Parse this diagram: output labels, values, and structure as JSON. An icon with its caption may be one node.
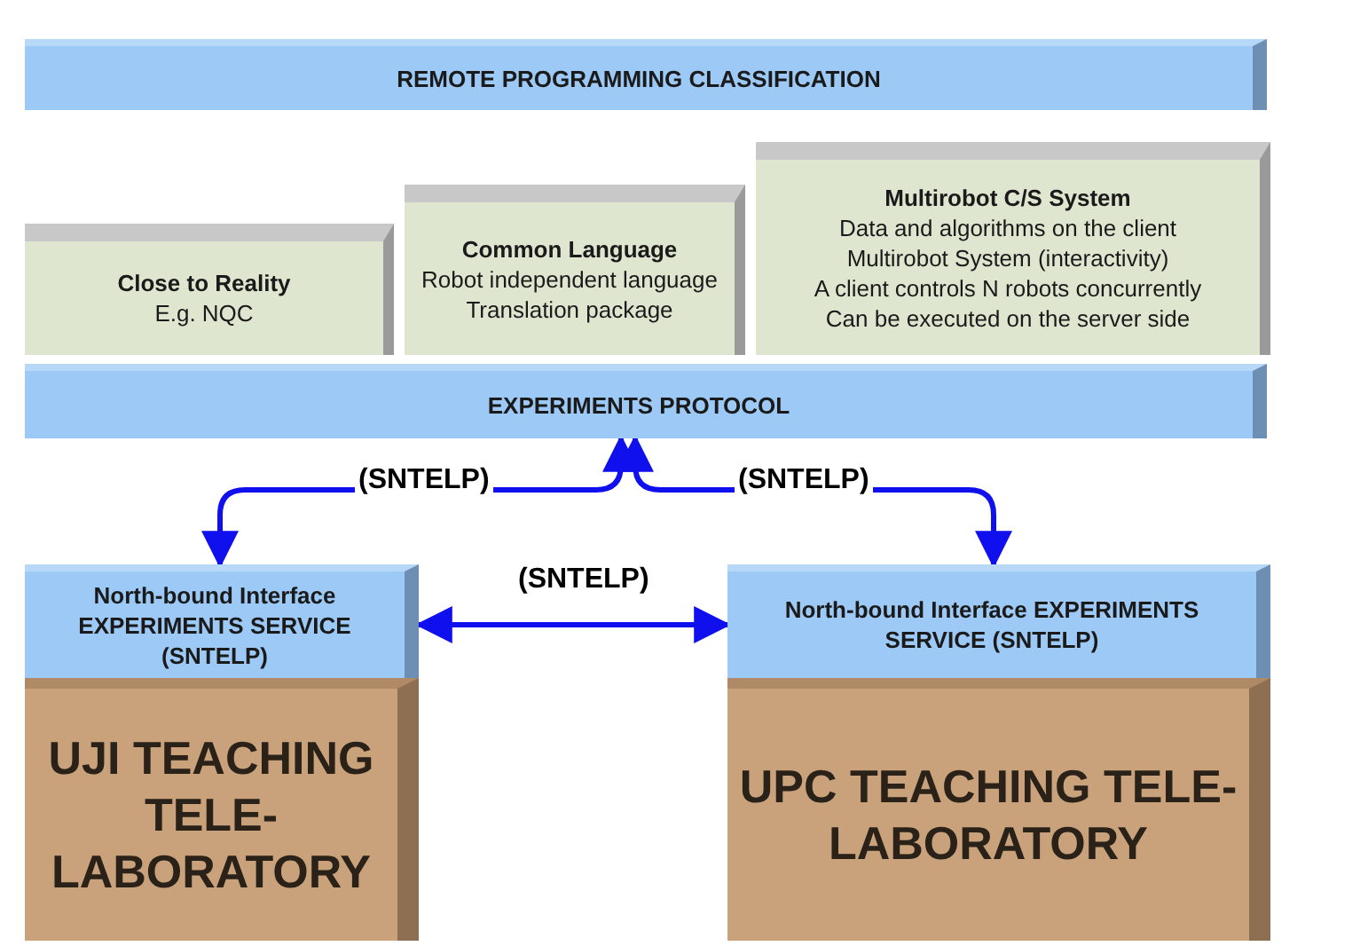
{
  "diagram": {
    "nodes": [
      {
        "text": [
          "REMOTE PROGRAMMING CLASSIFICATION"
        ]
      },
      {
        "text": [
          "Close to Reality",
          "E.g. NQC"
        ]
      },
      {
        "text": [
          "Common Language",
          "Robot independent language",
          "Translation package"
        ]
      },
      {
        "text": [
          "Multirobot C/S System",
          "Data and algorithms on the client",
          "Multirobot System (interactivity)",
          "A client controls N robots concurrently",
          "Can be executed on the server side"
        ]
      },
      {
        "text": [
          "EXPERIMENTS PROTOCOL"
        ]
      },
      {
        "text": [
          "North-bound Interface EXPERIMENTS SERVICE (SNTELP)"
        ]
      },
      {
        "text": [
          "UJI TEACHING TELE-LABORATORY"
        ]
      },
      {
        "text": [
          "North-bound Interface EXPERIMENTS SERVICE (SNTELP)"
        ]
      },
      {
        "text": [
          "UPC TEACHING TELE-LABORATORY"
        ]
      }
    ],
    "edges": [
      {
        "from": 5,
        "to": 4,
        "arrow": "both",
        "label": "(SNTELP)"
      },
      {
        "from": 7,
        "to": 4,
        "arrow": "both",
        "label": "(SNTELP)"
      },
      {
        "from": 5,
        "to": 7,
        "arrow": "both",
        "label": "(SNTELP)"
      }
    ]
  }
}
